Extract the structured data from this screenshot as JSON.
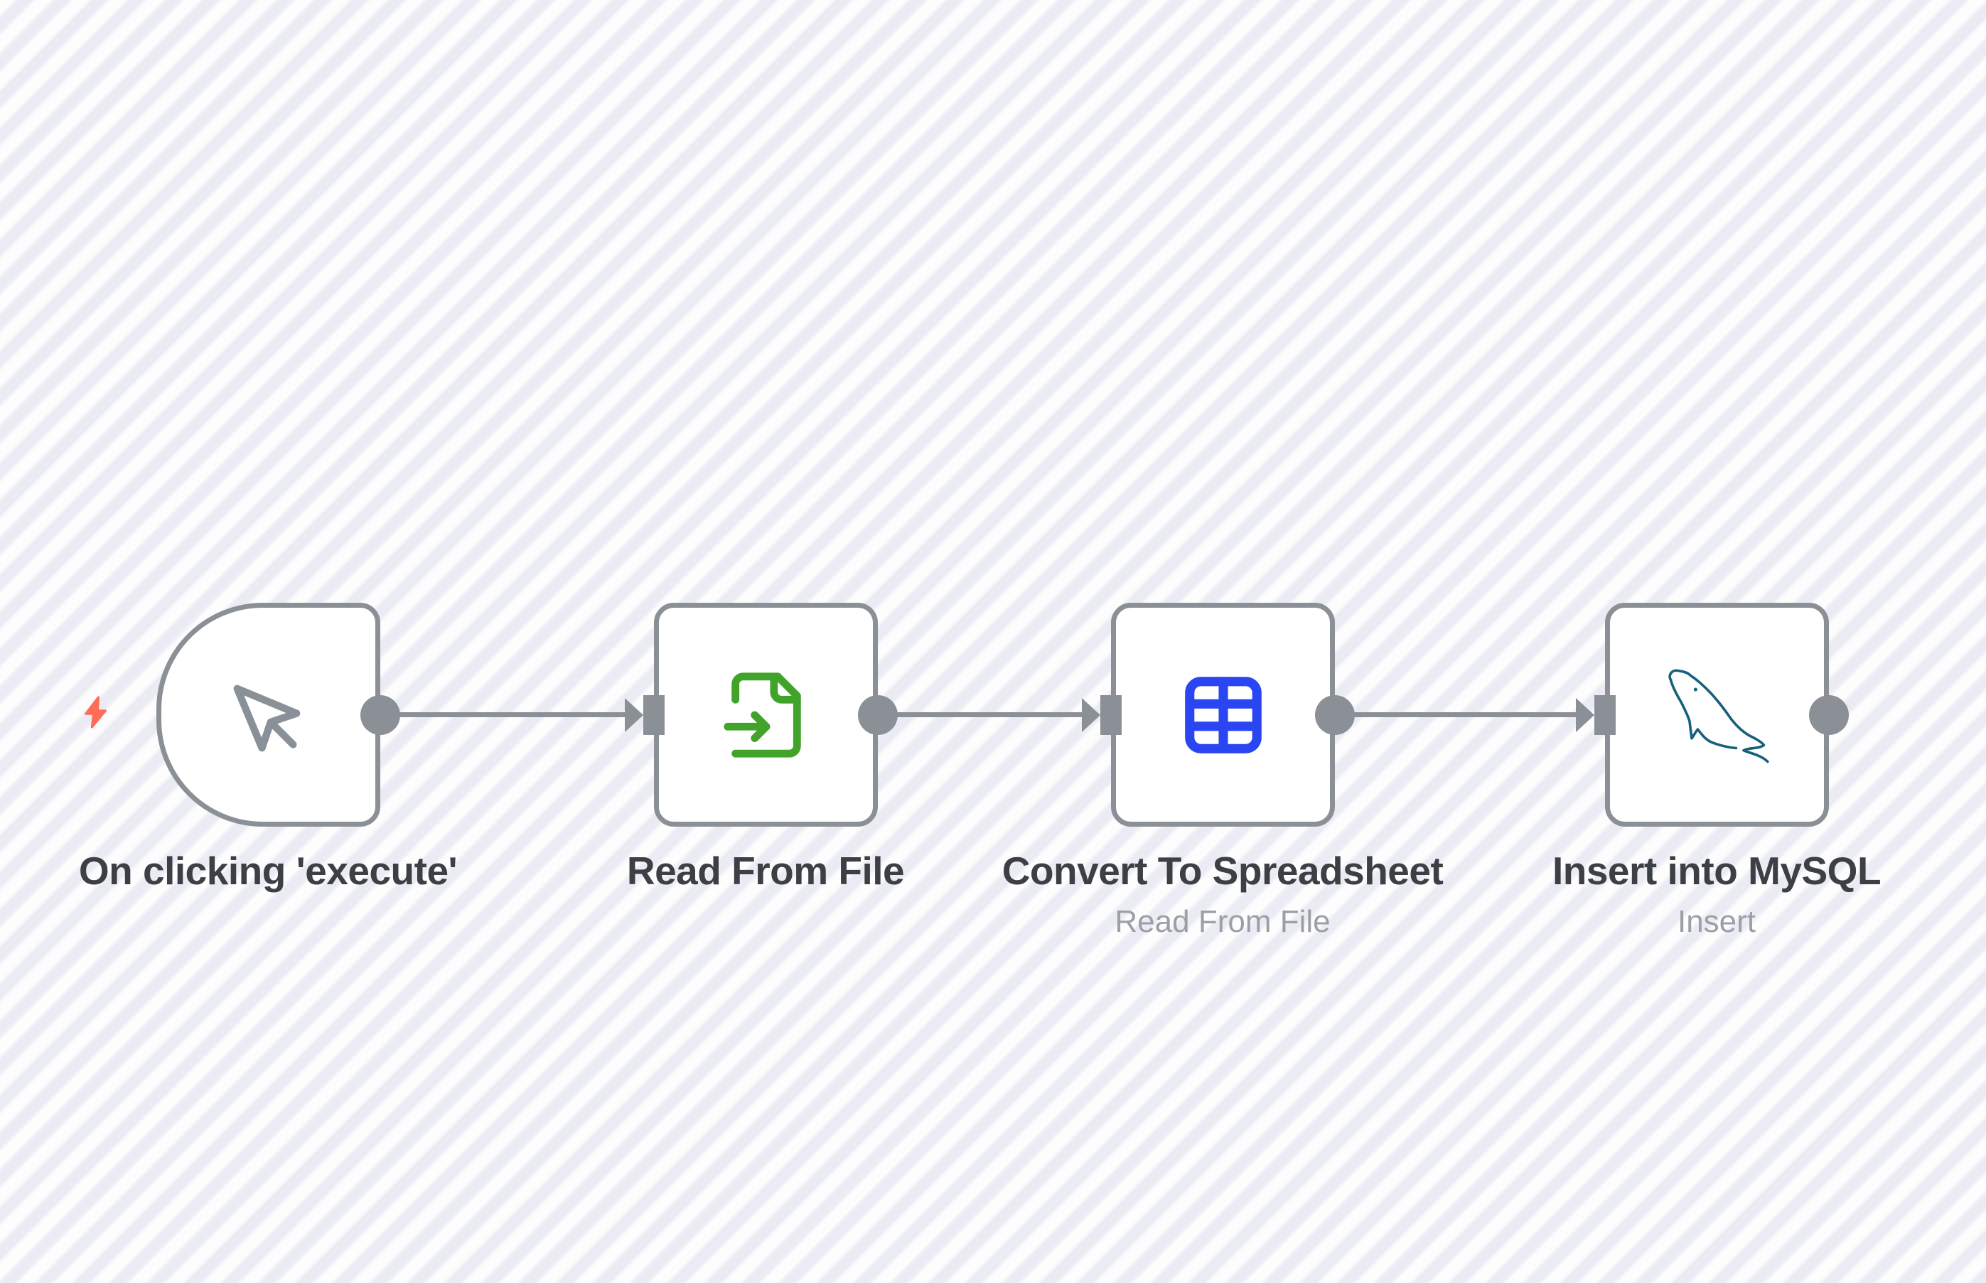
{
  "canvas": {
    "stripe_white": "#fdfdfe",
    "stripe_tint": "#ebebf4"
  },
  "palette": {
    "node_border": "#8b9096",
    "node_fill": "#ffffff",
    "connector": "#8b9096",
    "title_color": "#3c4045",
    "subtitle_color": "#9ba0a6",
    "trigger_bolt": "#ff6d5a",
    "file_icon_green": "#42a32b",
    "table_icon_blue": "#2a46f2",
    "mysql_teal": "#15607d",
    "cursor_gray": "#8a9097"
  },
  "workflow": {
    "nodes": [
      {
        "title": "On clicking 'execute'",
        "subtitle": "",
        "icon": "cursor-icon",
        "kind": "trigger"
      },
      {
        "title": "Read From File",
        "subtitle": "",
        "icon": "file-import-icon",
        "kind": "regular"
      },
      {
        "title": "Convert To Spreadsheet",
        "subtitle": "Read From File",
        "icon": "spreadsheet-icon",
        "kind": "regular"
      },
      {
        "title": "Insert into MySQL",
        "subtitle": "Insert",
        "icon": "mysql-dolphin-icon",
        "kind": "regular"
      }
    ]
  }
}
